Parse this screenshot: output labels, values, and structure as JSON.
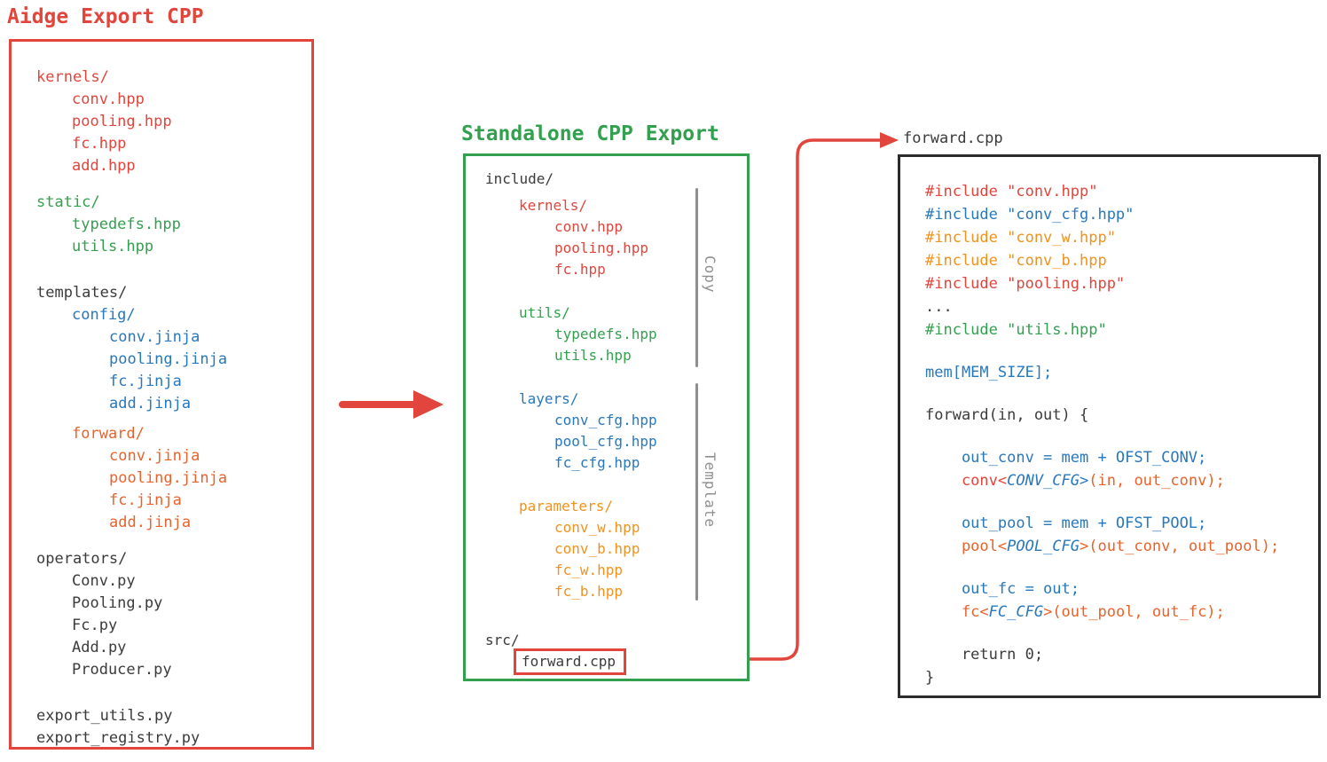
{
  "colors": {
    "red": "#e2453c",
    "green": "#33a04f",
    "blue": "#2878bd",
    "orange": "#f0921e",
    "vermilion": "#e8632c",
    "dark": "#3b3b3b",
    "gray": "#8f8f8f"
  },
  "left_panel": {
    "title": "Aidge Export CPP",
    "entries": [
      {
        "text": "kernels/",
        "color": "red",
        "indent": 0
      },
      {
        "text": "conv.hpp",
        "color": "red",
        "indent": 1
      },
      {
        "text": "pooling.hpp",
        "color": "red",
        "indent": 1
      },
      {
        "text": "fc.hpp",
        "color": "red",
        "indent": 1
      },
      {
        "text": "add.hpp",
        "color": "red",
        "indent": 1
      },
      {
        "text": "static/",
        "color": "green",
        "indent": 0,
        "gap": "md"
      },
      {
        "text": "typedefs.hpp",
        "color": "green",
        "indent": 1
      },
      {
        "text": "utils.hpp",
        "color": "green",
        "indent": 1
      },
      {
        "text": "templates/",
        "color": "dark",
        "indent": 0,
        "gap": "lg"
      },
      {
        "text": "config/",
        "color": "blue",
        "indent": 1
      },
      {
        "text": "conv.jinja",
        "color": "blue",
        "indent": 2
      },
      {
        "text": "pooling.jinja",
        "color": "blue",
        "indent": 2
      },
      {
        "text": "fc.jinja",
        "color": "blue",
        "indent": 2
      },
      {
        "text": "add.jinja",
        "color": "blue",
        "indent": 2
      },
      {
        "text": "forward/",
        "color": "vermilion",
        "indent": 1,
        "gap": "sm"
      },
      {
        "text": "conv.jinja",
        "color": "vermilion",
        "indent": 2
      },
      {
        "text": "pooling.jinja",
        "color": "vermilion",
        "indent": 2
      },
      {
        "text": "fc.jinja",
        "color": "vermilion",
        "indent": 2
      },
      {
        "text": "add.jinja",
        "color": "vermilion",
        "indent": 2
      },
      {
        "text": "operators/",
        "color": "dark",
        "indent": 0,
        "gap": "md"
      },
      {
        "text": "Conv.py",
        "color": "dark",
        "indent": 1
      },
      {
        "text": "Pooling.py",
        "color": "dark",
        "indent": 1
      },
      {
        "text": "Fc.py",
        "color": "dark",
        "indent": 1
      },
      {
        "text": "Add.py",
        "color": "dark",
        "indent": 1
      },
      {
        "text": "Producer.py",
        "color": "dark",
        "indent": 1
      },
      {
        "text": "export_utils.py",
        "color": "dark",
        "indent": 0,
        "gap": "lg"
      },
      {
        "text": "export_registry.py",
        "color": "dark",
        "indent": 0
      }
    ]
  },
  "middle_panel": {
    "title": "Standalone CPP Export",
    "copy_label": "Copy",
    "template_label": "Template",
    "entries": [
      {
        "text": "include/",
        "color": "dark",
        "indent": 0
      },
      {
        "text": "kernels/",
        "color": "red",
        "indent": 1,
        "gap": "sm"
      },
      {
        "text": "conv.hpp",
        "color": "red",
        "indent": 2
      },
      {
        "text": "pooling.hpp",
        "color": "red",
        "indent": 2
      },
      {
        "text": "fc.hpp",
        "color": "red",
        "indent": 2
      },
      {
        "text": "utils/",
        "color": "green",
        "indent": 1,
        "gap": "md"
      },
      {
        "text": "typedefs.hpp",
        "color": "green",
        "indent": 2
      },
      {
        "text": "utils.hpp",
        "color": "green",
        "indent": 2
      },
      {
        "text": "layers/",
        "color": "blue",
        "indent": 1,
        "gap": "md"
      },
      {
        "text": "conv_cfg.hpp",
        "color": "blue",
        "indent": 2
      },
      {
        "text": "pool_cfg.hpp",
        "color": "blue",
        "indent": 2
      },
      {
        "text": "fc_cfg.hpp",
        "color": "blue",
        "indent": 2
      },
      {
        "text": "parameters/",
        "color": "orange",
        "indent": 1,
        "gap": "md"
      },
      {
        "text": "conv_w.hpp",
        "color": "orange",
        "indent": 2
      },
      {
        "text": "conv_b.hpp",
        "color": "orange",
        "indent": 2
      },
      {
        "text": "fc_w.hpp",
        "color": "orange",
        "indent": 2
      },
      {
        "text": "fc_b.hpp",
        "color": "orange",
        "indent": 2
      },
      {
        "text": "src/",
        "color": "dark",
        "indent": 0,
        "gap": "lg"
      },
      {
        "text": "forward.cpp",
        "color": "dark",
        "indent": 1,
        "boxed": true
      }
    ]
  },
  "right_panel": {
    "title": "forward.cpp",
    "code": [
      {
        "segments": [
          {
            "t": "#include \"conv.hpp\"",
            "c": "red"
          }
        ]
      },
      {
        "segments": [
          {
            "t": "#include \"conv_cfg.hpp\"",
            "c": "blue"
          }
        ]
      },
      {
        "segments": [
          {
            "t": "#include \"conv_w.hpp\"",
            "c": "orange"
          }
        ]
      },
      {
        "segments": [
          {
            "t": "#include \"conv_b.hpp",
            "c": "orange"
          }
        ]
      },
      {
        "segments": [
          {
            "t": "#include \"pooling.hpp\"",
            "c": "red"
          }
        ]
      },
      {
        "segments": [
          {
            "t": "...",
            "c": "dark"
          }
        ]
      },
      {
        "segments": [
          {
            "t": "#include \"utils.hpp\"",
            "c": "green"
          }
        ]
      },
      {
        "blank": true
      },
      {
        "segments": [
          {
            "t": "mem[MEM_SIZE];",
            "c": "blue"
          }
        ]
      },
      {
        "blank": true
      },
      {
        "segments": [
          {
            "t": "forward(in, out) {",
            "c": "dark"
          }
        ]
      },
      {
        "blank": true
      },
      {
        "segments": [
          {
            "t": "    out_conv = mem + OFST_CONV;",
            "c": "blue"
          }
        ]
      },
      {
        "segments": [
          {
            "t": "    conv<",
            "c": "red"
          },
          {
            "t": "CONV_CFG",
            "c": "blue",
            "i": true
          },
          {
            "t": ">",
            "c": "blue"
          },
          {
            "t": "(in, out_conv);",
            "c": "vermilion"
          }
        ]
      },
      {
        "blank": true
      },
      {
        "segments": [
          {
            "t": "    out_pool = mem + OFST_POOL;",
            "c": "blue"
          }
        ]
      },
      {
        "segments": [
          {
            "t": "    pool<",
            "c": "vermilion"
          },
          {
            "t": "POOL_CFG",
            "c": "blue",
            "i": true
          },
          {
            "t": ">(out_conv, out_pool);",
            "c": "vermilion"
          }
        ]
      },
      {
        "blank": true
      },
      {
        "segments": [
          {
            "t": "    out_fc = out;",
            "c": "blue"
          }
        ]
      },
      {
        "segments": [
          {
            "t": "    fc<",
            "c": "vermilion"
          },
          {
            "t": "FC_CFG",
            "c": "blue",
            "i": true
          },
          {
            "t": ">(out_pool, out_fc);",
            "c": "vermilion"
          }
        ]
      },
      {
        "blank": true
      },
      {
        "segments": [
          {
            "t": "    return 0;",
            "c": "dark"
          }
        ]
      },
      {
        "segments": [
          {
            "t": "}",
            "c": "dark"
          }
        ]
      }
    ]
  }
}
